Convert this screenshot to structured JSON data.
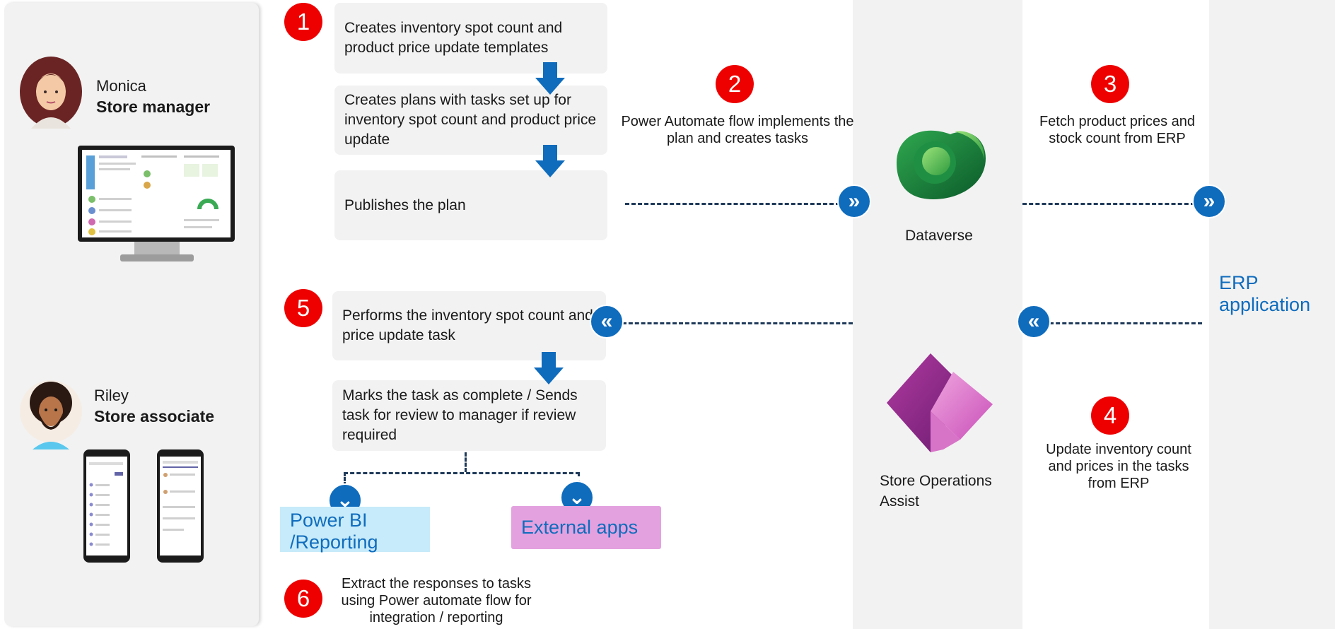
{
  "personas": [
    {
      "name": "Monica",
      "role": "Store manager"
    },
    {
      "name": "Riley",
      "role": "Store associate"
    }
  ],
  "steps": {
    "create_templates": "Creates inventory spot count and product price update templates",
    "create_plans": "Creates plans with tasks set up for inventory spot count and product price update",
    "publish_plan": "Publishes the plan",
    "perform_task": "Performs the inventory spot count and price update task",
    "mark_complete": "Marks the task as complete / Sends task for review to manager if review required"
  },
  "badges": [
    "1",
    "2",
    "3",
    "4",
    "5",
    "6"
  ],
  "captions": {
    "step2": "Power Automate flow implements the plan and creates tasks",
    "step3": "Fetch product prices and stock count from ERP",
    "step4": "Update inventory count and prices in the tasks from ERP",
    "step6": "Extract the responses to tasks using Power automate flow for integration / reporting"
  },
  "systems": {
    "dataverse": "Dataverse",
    "store_ops": "Store Operations Assist",
    "erp": "ERP application"
  },
  "outputs": {
    "power_bi": "Power BI /Reporting",
    "external_apps": "External apps"
  },
  "colors": {
    "panel": "#f2f2f2",
    "badge": "#ee0000",
    "accent": "#0f6cbd",
    "dashed_line": "#1f3a5a",
    "power_bi_box": "#c7ebfa",
    "external_box": "#e3a2df"
  },
  "icons": {
    "chevron_right": "»",
    "chevron_left": "«",
    "chevron_down": "⌄"
  }
}
